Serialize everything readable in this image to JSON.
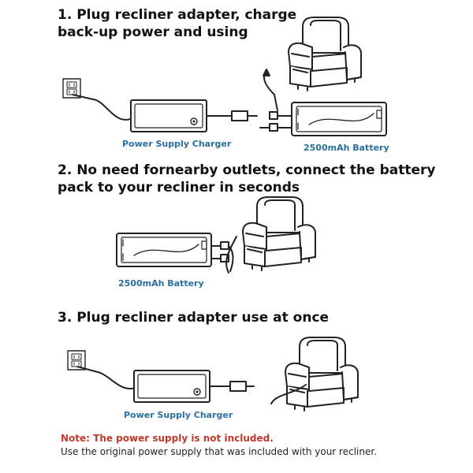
{
  "steps": [
    {
      "lines": [
        "1. Plug recliner adapter, charge",
        "back-up power and using"
      ]
    },
    {
      "lines": [
        "2. No need fornearby outlets, connect the battery",
        "pack to your recliner in seconds"
      ]
    },
    {
      "lines": [
        "3. Plug recliner adapter use at once"
      ]
    }
  ],
  "labels": {
    "charger": "Power Supply Charger",
    "battery": "2500mAh Battery"
  },
  "note": {
    "warning": "Note: The power supply is not included.",
    "body": "Use the original power supply that was included with your recliner."
  },
  "colors": {
    "caption": "#2a6f9e",
    "warning": "#c0392b",
    "ink": "#222222"
  }
}
